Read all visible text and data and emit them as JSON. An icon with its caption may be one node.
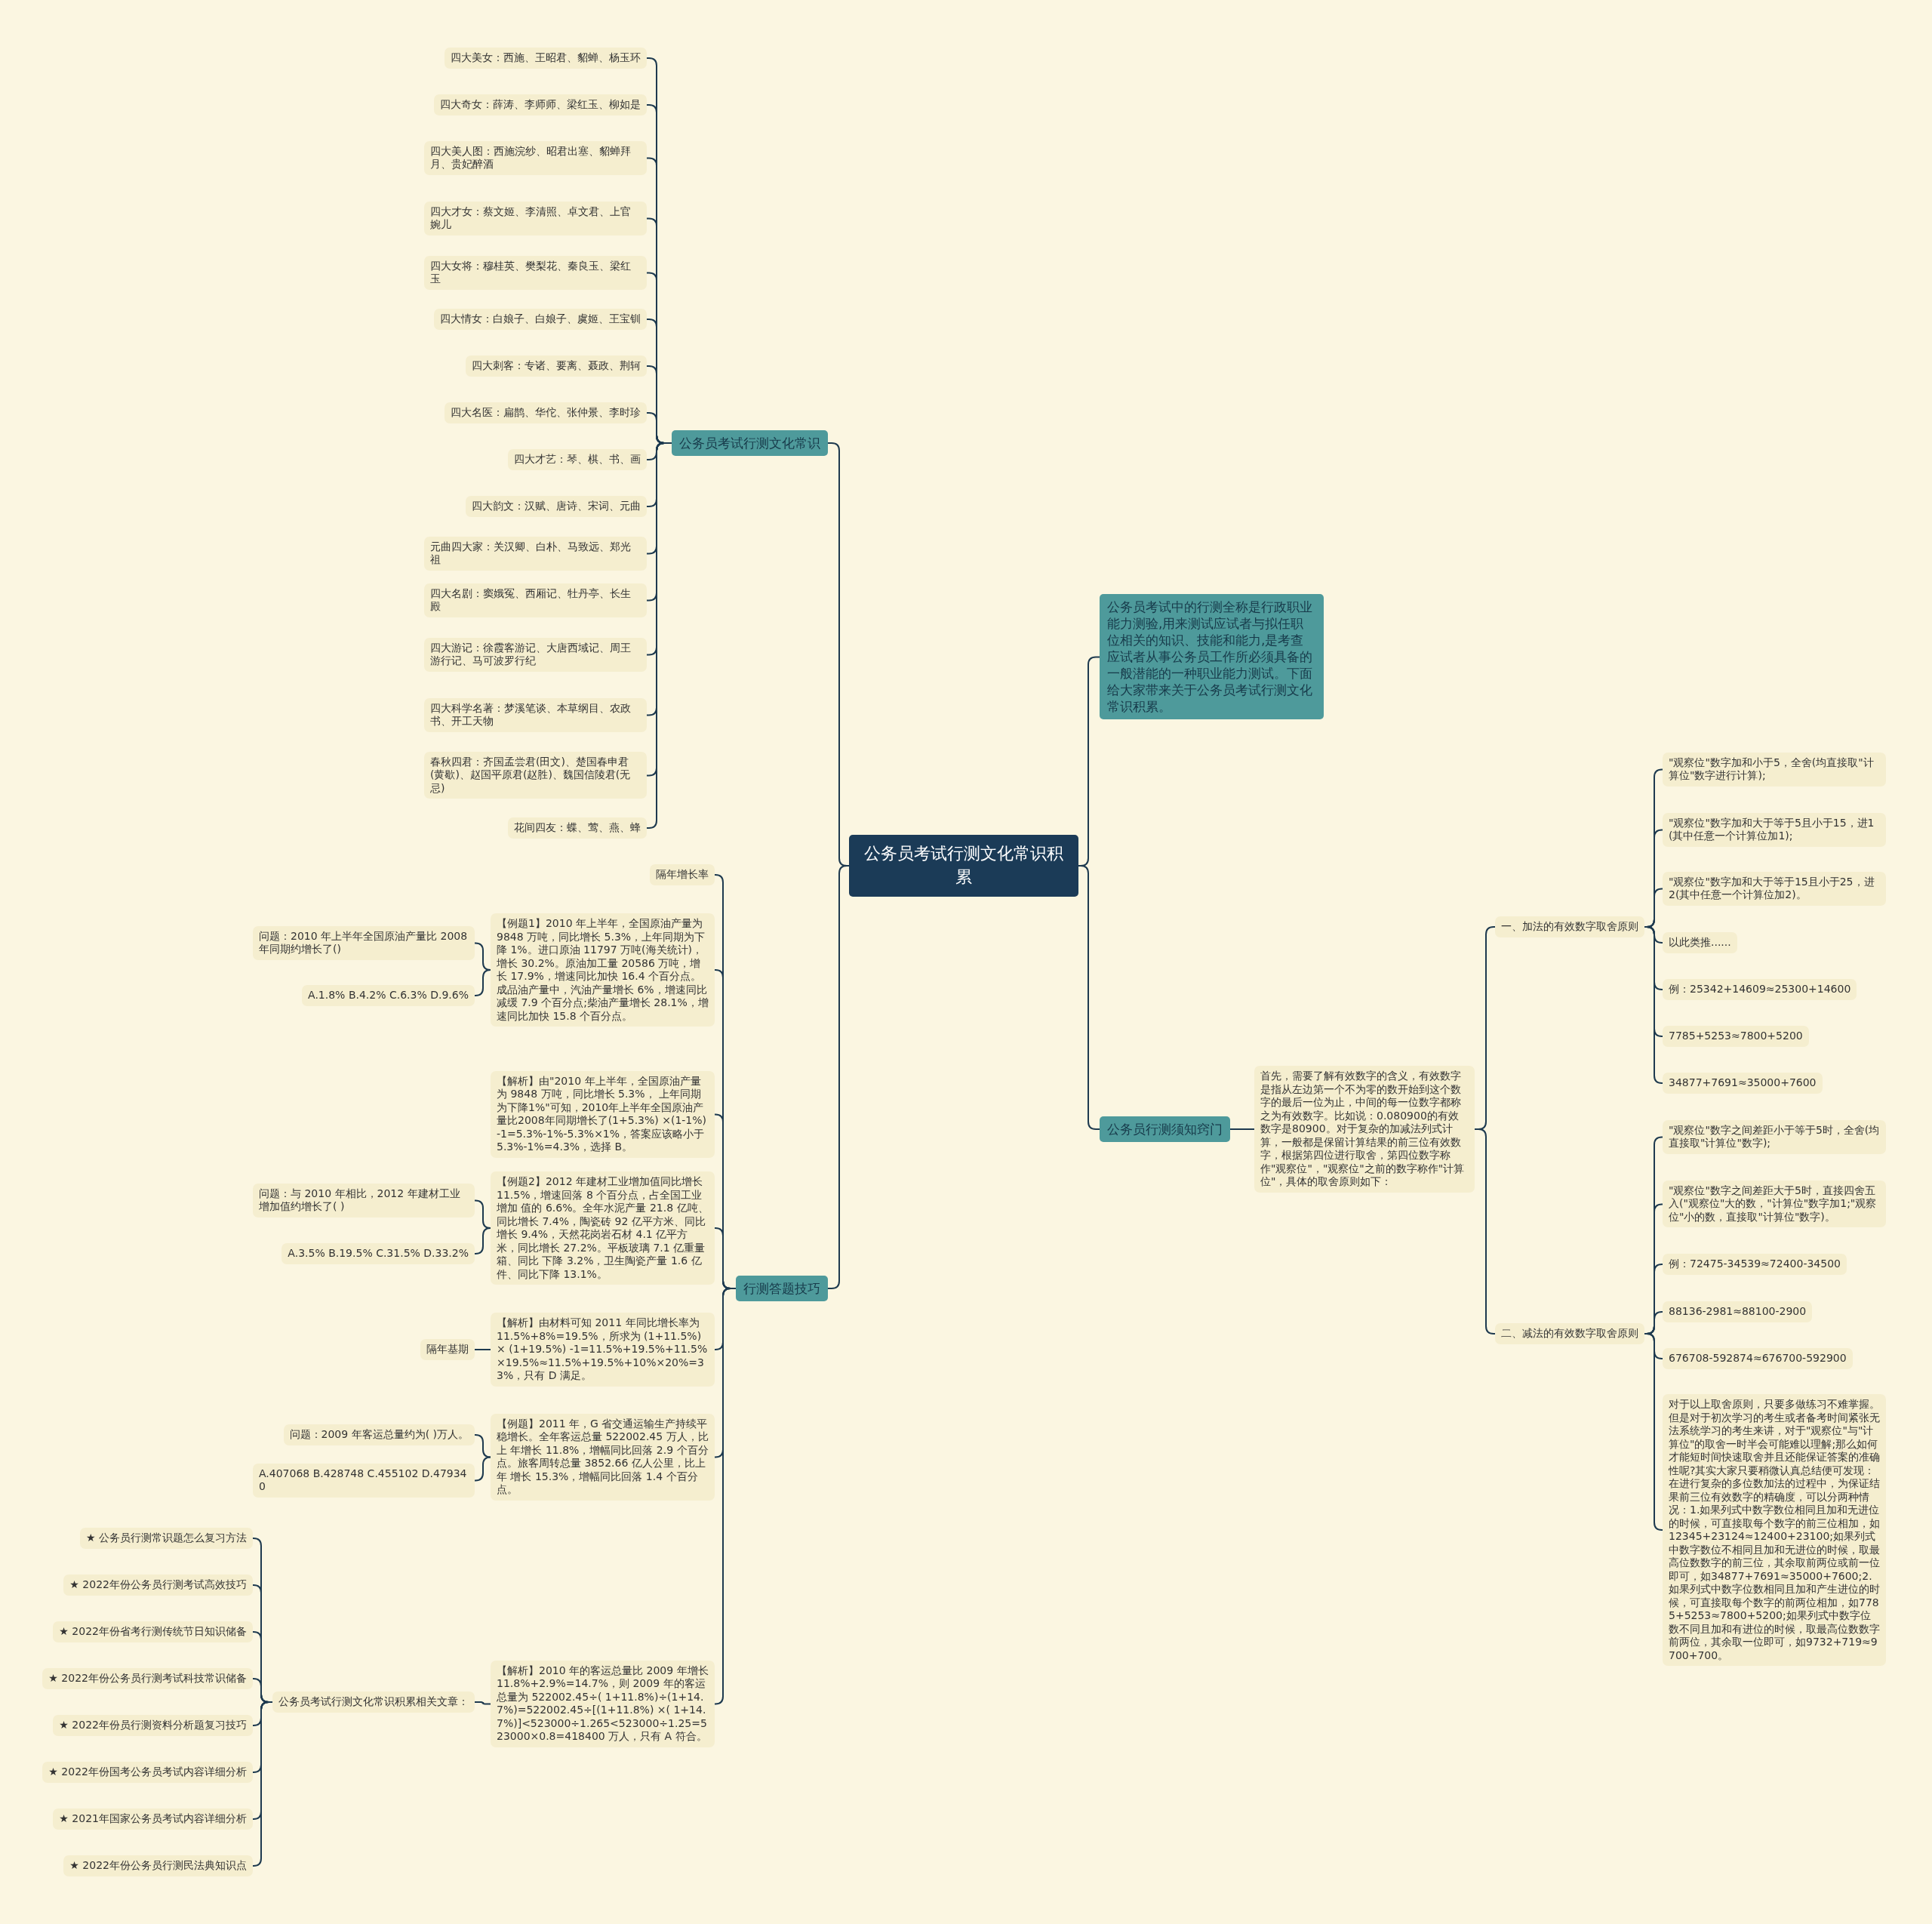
{
  "diagram": {
    "nodes": [
      {
        "text": [
          "公务员考试行测文化常识积累"
        ]
      },
      {
        "text": [
          "公务员考试行测文化常识"
        ]
      },
      {
        "text": [
          "四大美女：西施、王昭君、貂蝉、杨玉环"
        ]
      },
      {
        "text": [
          "四大奇女：薛涛、李师师、梁红玉、柳如是"
        ]
      },
      {
        "text": [
          "四大美人图：西施浣纱、昭君出塞、貂蝉拜月、贵妃醉酒"
        ]
      },
      {
        "text": [
          "四大才女：蔡文姬、李清照、卓文君、上官婉儿"
        ]
      },
      {
        "text": [
          "四大女将：穆桂英、樊梨花、秦良玉、梁红玉"
        ]
      },
      {
        "text": [
          "四大情女：白娘子、白娘子、虞姬、王宝钏"
        ]
      },
      {
        "text": [
          "四大刺客：专诸、要离、聂政、荆轲"
        ]
      },
      {
        "text": [
          "四大名医：扁鹊、华佗、张仲景、李时珍"
        ]
      },
      {
        "text": [
          "四大才艺：琴、棋、书、画"
        ]
      },
      {
        "text": [
          "四大韵文：汉赋、唐诗、宋词、元曲"
        ]
      },
      {
        "text": [
          "元曲四大家：关汉卿、白朴、马致远、郑光祖"
        ]
      },
      {
        "text": [
          "四大名剧：窦娥冤、西厢记、牡丹亭、长生殿"
        ]
      },
      {
        "text": [
          "四大游记：徐霞客游记、大唐西域记、周王游行记、马可波罗行纪"
        ]
      },
      {
        "text": [
          "四大科学名著：梦溪笔谈、本草纲目、农政书、开工天物"
        ]
      },
      {
        "text": [
          "春秋四君：齐国孟尝君(田文)、楚国春申君(黄歇)、赵国平原君(赵胜)、魏国信陵君(无忌)"
        ]
      },
      {
        "text": [
          "花间四友：蝶、莺、燕、蜂"
        ]
      },
      {
        "text": [
          "行测答题技巧"
        ]
      },
      {
        "text": [
          "隔年增长率"
        ]
      },
      {
        "text": [
          "【例题1】2010 年上半年，全国原油产量为9848 万吨，同比增长 5.3%，上年同期为下降 1%。进口原油 11797 万吨(海关统计)，增长 30.2%。原油加工量 20586 万吨，增长 17.9%，增速同比加快 16.4 个百分点。成品油产量中，汽油产量增长 6%，增速同比减缓 7.9 个百分点;柴油产量增长 28.1%，增速同比加快 15.8 个百分点。"
        ]
      },
      {
        "text": [
          "问题：2010 年上半年全国原油产量比 2008 年同期约增长了()"
        ]
      },
      {
        "text": [
          "A.1.8% B.4.2% C.6.3% D.9.6%"
        ]
      },
      {
        "text": [
          "【解析】由\"2010 年上半年，全国原油产量为 9848 万吨，同比增长 5.3%， 上年同期为下降1%\"可知，2010年上半年全国原油产量比2008年同期增长了(1+5.3%) ×(1-1%)-1=5.3%-1%-5.3%×1%，答案应该略小于 5.3%-1%=4.3%，选择 B。"
        ]
      },
      {
        "text": [
          "【例题2】2012 年建材工业增加值同比增长11.5%，增速回落 8 个百分点，占全国工业增加 值的 6.6%。全年水泥产量 21.8 亿吨、同比增长 7.4%，陶瓷砖 92 亿平方米、同比增长 9.4%，天然花岗岩石材 4.1 亿平方米，同比增长 27.2%。平板玻璃 7.1 亿重量箱、同比 下降 3.2%，卫生陶瓷产量 1.6 亿件、同比下降 13.1%。"
        ]
      },
      {
        "text": [
          "问题：与 2010 年相比，2012 年建材工业增加值约增长了( )"
        ]
      },
      {
        "text": [
          "A.3.5% B.19.5% C.31.5% D.33.2%"
        ]
      },
      {
        "text": [
          "【解析】由材料可知 2011 年同比增长率为 11.5%+8%=19.5%，所求为 (1+11.5%) × (1+19.5%) -1=11.5%+19.5%+11.5%×19.5%≈11.5%+19.5%+10%×20%=33%，只有 D 满足。"
        ]
      },
      {
        "text": [
          "隔年基期"
        ]
      },
      {
        "text": [
          "【例题】2011 年，G 省交通运输生产持续平稳增长。全年客运总量 522002.45 万人，比上 年增长 11.8%，增幅同比回落 2.9 个百分点。旅客周转总量 3852.66 亿人公里，比上年 增长 15.3%，增幅同比回落 1.4 个百分点。"
        ]
      },
      {
        "text": [
          "问题：2009 年客运总量约为( )万人。"
        ]
      },
      {
        "text": [
          "A.407068 B.428748 C.455102 D.479340"
        ]
      },
      {
        "text": [
          "【解析】2010 年的客运总量比 2009 年增长11.8%+2.9%=14.7%，则 2009 年的客运总量为 522002.45÷( 1+11.8%)÷(1+14.7%)=522002.45÷[(1+11.8%) ×( 1+14.7%)]<523000÷1.265<523000÷1.25=523000×0.8=418400 万人，只有 A 符合。"
        ]
      },
      {
        "text": [
          "公务员考试行测文化常识积累相关文章："
        ]
      },
      {
        "text": [
          "★ 公务员行测常识题怎么复习方法"
        ]
      },
      {
        "text": [
          "★ 2022年份公务员行测考试高效技巧"
        ]
      },
      {
        "text": [
          "★ 2022年份省考行测传统节日知识储备"
        ]
      },
      {
        "text": [
          "★ 2022年份公务员行测考试科技常识储备"
        ]
      },
      {
        "text": [
          "★ 2022年份员行测资料分析题复习技巧"
        ]
      },
      {
        "text": [
          "★ 2022年份国考公务员考试内容详细分析"
        ]
      },
      {
        "text": [
          "★ 2021年国家公务员考试内容详细分析"
        ]
      },
      {
        "text": [
          "★ 2022年份公务员行测民法典知识点"
        ]
      },
      {
        "text": [
          "公务员考试中的行测全称是行政职业能力测验,用来测试应试者与拟任职位相关的知识、技能和能力,是考查应试者从事公务员工作所必须具备的一般潜能的一种职业能力测试。下面给大家带来关于公务员考试行测文化常识积累。"
        ]
      },
      {
        "text": [
          "公务员行测须知窍门"
        ]
      },
      {
        "text": [
          "首先，需要了解有效数字的含义，有效数字是指从左边第一个不为零的数开始到这个数字的最后一位为止，中间的每一位数字都称之为有效数字。比如说：0.080900的有效数字是80900。对于复杂的加减法列式计算，一般都是保留计算结果的前三位有效数字，根据第四位进行取舍，第四位数字称作\"观察位\"，\"观察位\"之前的数字称作\"计算位\"，具体的取舍原则如下："
        ]
      },
      {
        "text": [
          "一、加法的有效数字取舍原则"
        ]
      },
      {
        "text": [
          "\"观察位\"数字加和小于5，全舍(均直接取\"计算位\"数字进行计算);"
        ]
      },
      {
        "text": [
          "\"观察位\"数字加和大于等于5且小于15，进1(其中任意一个计算位加1);"
        ]
      },
      {
        "text": [
          "\"观察位\"数字加和大于等于15且小于25，进2(其中任意一个计算位加2)。"
        ]
      },
      {
        "text": [
          "以此类推......"
        ]
      },
      {
        "text": [
          "例：25342+14609≈25300+14600"
        ]
      },
      {
        "text": [
          "7785+5253≈7800+5200"
        ]
      },
      {
        "text": [
          "34877+7691≈35000+7600"
        ]
      },
      {
        "text": [
          "二、减法的有效数字取舍原则"
        ]
      },
      {
        "text": [
          "\"观察位\"数字之间差距小于等于5时，全舍(均直接取\"计算位\"数字);"
        ]
      },
      {
        "text": [
          "\"观察位\"数字之间差距大于5时，直接四舍五入(\"观察位\"大的数，\"计算位\"数字加1;\"观察位\"小的数，直接取\"计算位\"数字)。"
        ]
      },
      {
        "text": [
          "例：72475-34539≈72400-34500"
        ]
      },
      {
        "text": [
          "88136-2981≈88100-2900"
        ]
      },
      {
        "text": [
          "676708-592874≈676700-592900"
        ]
      },
      {
        "text": [
          "对于以上取舍原则，只要多做练习不难掌握。但是对于初次学习的考生或者备考时间紧张无法系统学习的考生来讲，对于\"观察位\"与\"计算位\"的取舍一时半会可能难以理解;那么如何才能短时间快速取舍并且还能保证答案的准确性呢?其实大家只要稍微认真总结便可发现：在进行复杂的多位数加法的过程中，为保证结果前三位有效数字的精确度，可以分两种情况：1.如果列式中数字数位相同且加和无进位的时候，可直接取每个数字的前三位相加，如12345+23124≈12400+23100;如果列式中数字数位不相同且加和无进位的时候，取最高位数数字的前三位，其余取前两位或前一位即可，如34877+7691≈35000+7600;2.如果列式中数字位数相同且加和产生进位的时候，可直接取每个数字的前两位相加，如7785+5253≈7800+5200;如果列式中数字位数不同且加和有进位的时候，取最高位数数字前两位，其余取一位即可，如9732+719≈9700+700。"
        ]
      }
    ],
    "edges": [
      {
        "from": 0,
        "to": 1,
        "arrow": "none"
      },
      {
        "from": 0,
        "to": 18,
        "arrow": "none"
      },
      {
        "from": 0,
        "to": 42,
        "arrow": "none"
      },
      {
        "from": 0,
        "to": 43,
        "arrow": "none"
      },
      {
        "from": 1,
        "to": 2,
        "arrow": "none"
      },
      {
        "from": 1,
        "to": 3,
        "arrow": "none"
      },
      {
        "from": 1,
        "to": 4,
        "arrow": "none"
      },
      {
        "from": 1,
        "to": 5,
        "arrow": "none"
      },
      {
        "from": 1,
        "to": 6,
        "arrow": "none"
      },
      {
        "from": 1,
        "to": 7,
        "arrow": "none"
      },
      {
        "from": 1,
        "to": 8,
        "arrow": "none"
      },
      {
        "from": 1,
        "to": 9,
        "arrow": "none"
      },
      {
        "from": 1,
        "to": 10,
        "arrow": "none"
      },
      {
        "from": 1,
        "to": 11,
        "arrow": "none"
      },
      {
        "from": 1,
        "to": 12,
        "arrow": "none"
      },
      {
        "from": 1,
        "to": 13,
        "arrow": "none"
      },
      {
        "from": 1,
        "to": 14,
        "arrow": "none"
      },
      {
        "from": 1,
        "to": 15,
        "arrow": "none"
      },
      {
        "from": 1,
        "to": 16,
        "arrow": "none"
      },
      {
        "from": 1,
        "to": 17,
        "arrow": "none"
      },
      {
        "from": 18,
        "to": 19,
        "arrow": "none"
      },
      {
        "from": 18,
        "to": 20,
        "arrow": "none"
      },
      {
        "from": 18,
        "to": 23,
        "arrow": "none"
      },
      {
        "from": 18,
        "to": 24,
        "arrow": "none"
      },
      {
        "from": 18,
        "to": 27,
        "arrow": "none"
      },
      {
        "from": 18,
        "to": 29,
        "arrow": "none"
      },
      {
        "from": 18,
        "to": 32,
        "arrow": "none"
      },
      {
        "from": 20,
        "to": 21,
        "arrow": "none"
      },
      {
        "from": 20,
        "to": 22,
        "arrow": "none"
      },
      {
        "from": 24,
        "to": 25,
        "arrow": "none"
      },
      {
        "from": 24,
        "to": 26,
        "arrow": "none"
      },
      {
        "from": 27,
        "to": 28,
        "arrow": "none"
      },
      {
        "from": 29,
        "to": 30,
        "arrow": "none"
      },
      {
        "from": 29,
        "to": 31,
        "arrow": "none"
      },
      {
        "from": 32,
        "to": 33,
        "arrow": "none"
      },
      {
        "from": 33,
        "to": 34,
        "arrow": "none"
      },
      {
        "from": 33,
        "to": 35,
        "arrow": "none"
      },
      {
        "from": 33,
        "to": 36,
        "arrow": "none"
      },
      {
        "from": 33,
        "to": 37,
        "arrow": "none"
      },
      {
        "from": 33,
        "to": 38,
        "arrow": "none"
      },
      {
        "from": 33,
        "to": 39,
        "arrow": "none"
      },
      {
        "from": 33,
        "to": 40,
        "arrow": "none"
      },
      {
        "from": 33,
        "to": 41,
        "arrow": "none"
      },
      {
        "from": 43,
        "to": 44,
        "arrow": "none"
      },
      {
        "from": 44,
        "to": 45,
        "arrow": "none"
      },
      {
        "from": 44,
        "to": 53,
        "arrow": "none"
      },
      {
        "from": 45,
        "to": 46,
        "arrow": "none"
      },
      {
        "from": 45,
        "to": 47,
        "arrow": "none"
      },
      {
        "from": 45,
        "to": 48,
        "arrow": "none"
      },
      {
        "from": 45,
        "to": 49,
        "arrow": "none"
      },
      {
        "from": 45,
        "to": 50,
        "arrow": "none"
      },
      {
        "from": 45,
        "to": 51,
        "arrow": "none"
      },
      {
        "from": 45,
        "to": 52,
        "arrow": "none"
      },
      {
        "from": 53,
        "to": 54,
        "arrow": "none"
      },
      {
        "from": 53,
        "to": 55,
        "arrow": "none"
      },
      {
        "from": 53,
        "to": 56,
        "arrow": "none"
      },
      {
        "from": 53,
        "to": 57,
        "arrow": "none"
      },
      {
        "from": 53,
        "to": 58,
        "arrow": "none"
      },
      {
        "from": 53,
        "to": 59,
        "arrow": "none"
      }
    ]
  }
}
